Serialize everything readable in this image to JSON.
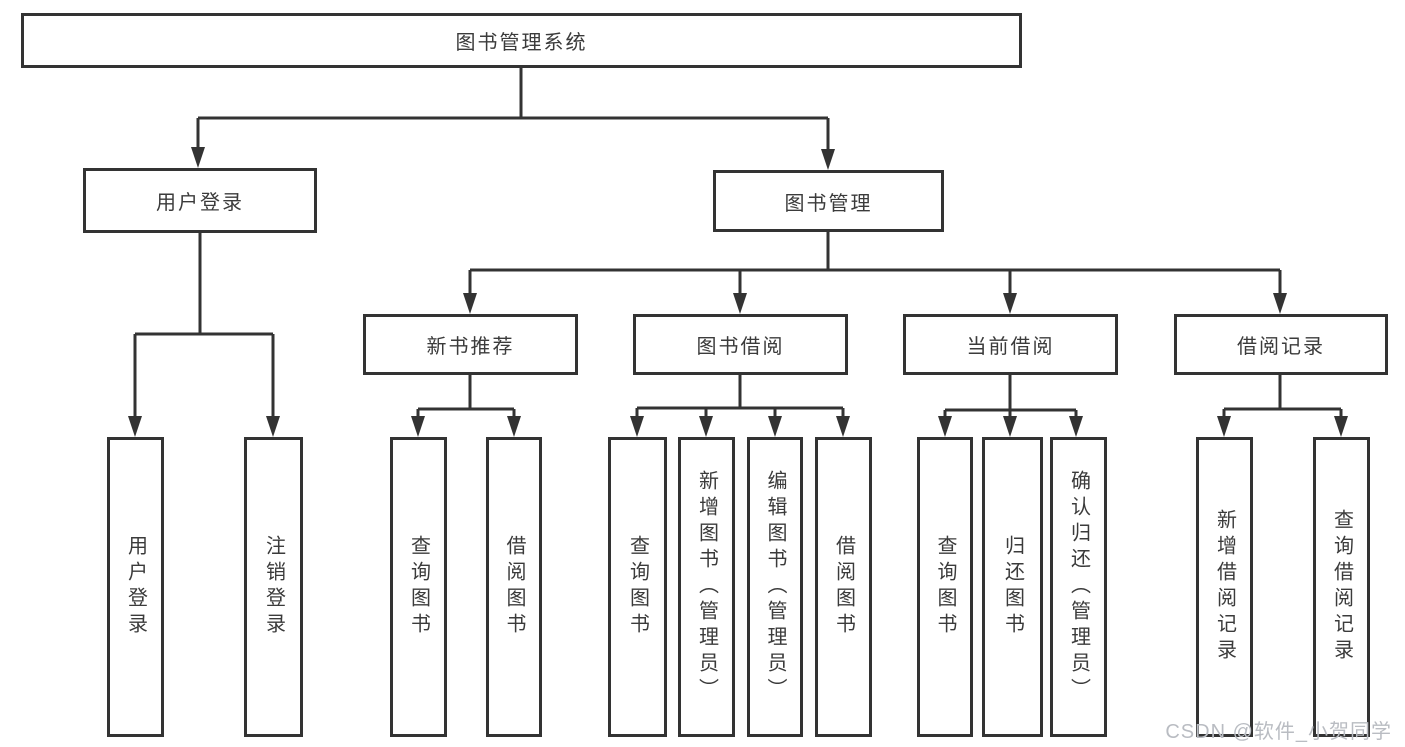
{
  "diagram": {
    "root": {
      "label": "图书管理系统"
    },
    "level2": [
      {
        "label": "用户登录"
      },
      {
        "label": "图书管理"
      }
    ],
    "level3": [
      {
        "label": "新书推荐"
      },
      {
        "label": "图书借阅"
      },
      {
        "label": "当前借阅"
      },
      {
        "label": "借阅记录"
      }
    ],
    "leaves": [
      {
        "label": "用户登录"
      },
      {
        "label": "注销登录"
      },
      {
        "label": "查询图书"
      },
      {
        "label": "借阅图书"
      },
      {
        "label": "查询图书"
      },
      {
        "label": "新增图书（管理员）"
      },
      {
        "label": "编辑图书（管理员）"
      },
      {
        "label": "借阅图书"
      },
      {
        "label": "查询图书"
      },
      {
        "label": "归还图书"
      },
      {
        "label": "确认归还（管理员）"
      },
      {
        "label": "新增借阅记录"
      },
      {
        "label": "查询借阅记录"
      }
    ]
  },
  "watermark": {
    "text": "CSDN @软件_小贺同学"
  },
  "colors": {
    "line": "#333333",
    "text": "#3b3b3b",
    "watermark": "#b9bcc2",
    "background": "#ffffff"
  }
}
